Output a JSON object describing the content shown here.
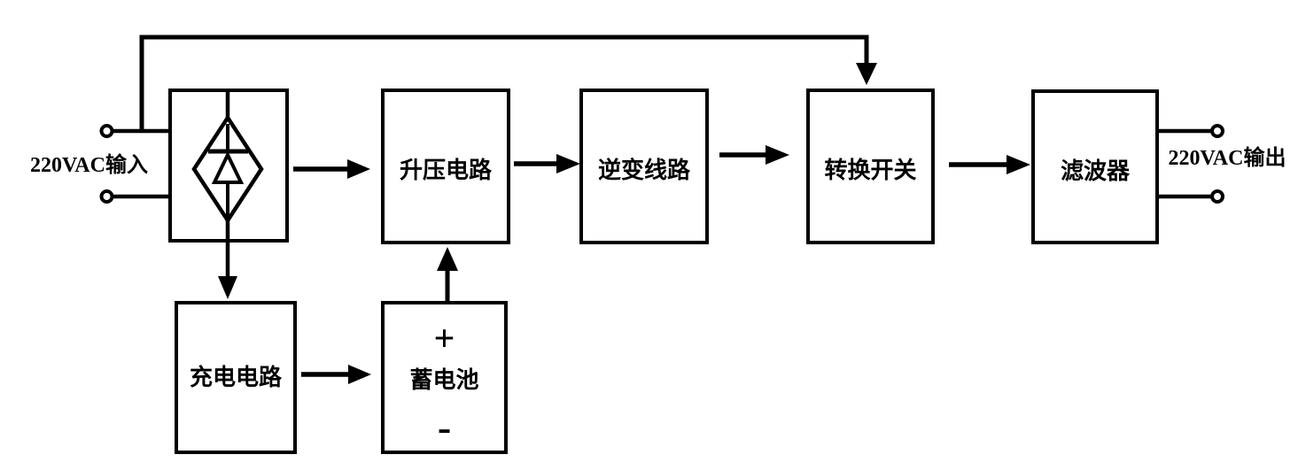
{
  "diagram": {
    "type": "block-diagram",
    "colors": {
      "ink": "#000000",
      "background": "#ffffff"
    }
  },
  "terminals": {
    "input_label": "220VAC输入",
    "output_label": "220VAC输出"
  },
  "blocks": {
    "rectifier": {
      "symbol": "bridge-rectifier-diode-in-diamond",
      "label": ""
    },
    "boost": {
      "label": "升压电路"
    },
    "inverter": {
      "label": "逆变线路"
    },
    "transfer": {
      "label": "转换开关"
    },
    "filter": {
      "label": "滤波器"
    },
    "charger": {
      "label": "充电电路"
    },
    "battery": {
      "label": "蓄电池",
      "positive": "+",
      "negative": "-"
    }
  },
  "connections": [
    {
      "from": "input",
      "to": "rectifier"
    },
    {
      "from": "rectifier",
      "to": "boost"
    },
    {
      "from": "boost",
      "to": "inverter"
    },
    {
      "from": "inverter",
      "to": "transfer"
    },
    {
      "from": "transfer",
      "to": "filter"
    },
    {
      "from": "filter",
      "to": "output"
    },
    {
      "from": "input",
      "to": "transfer",
      "via": "bypass-top-line"
    },
    {
      "from": "rectifier",
      "to": "charger"
    },
    {
      "from": "charger",
      "to": "battery"
    },
    {
      "from": "battery",
      "to": "boost"
    }
  ]
}
